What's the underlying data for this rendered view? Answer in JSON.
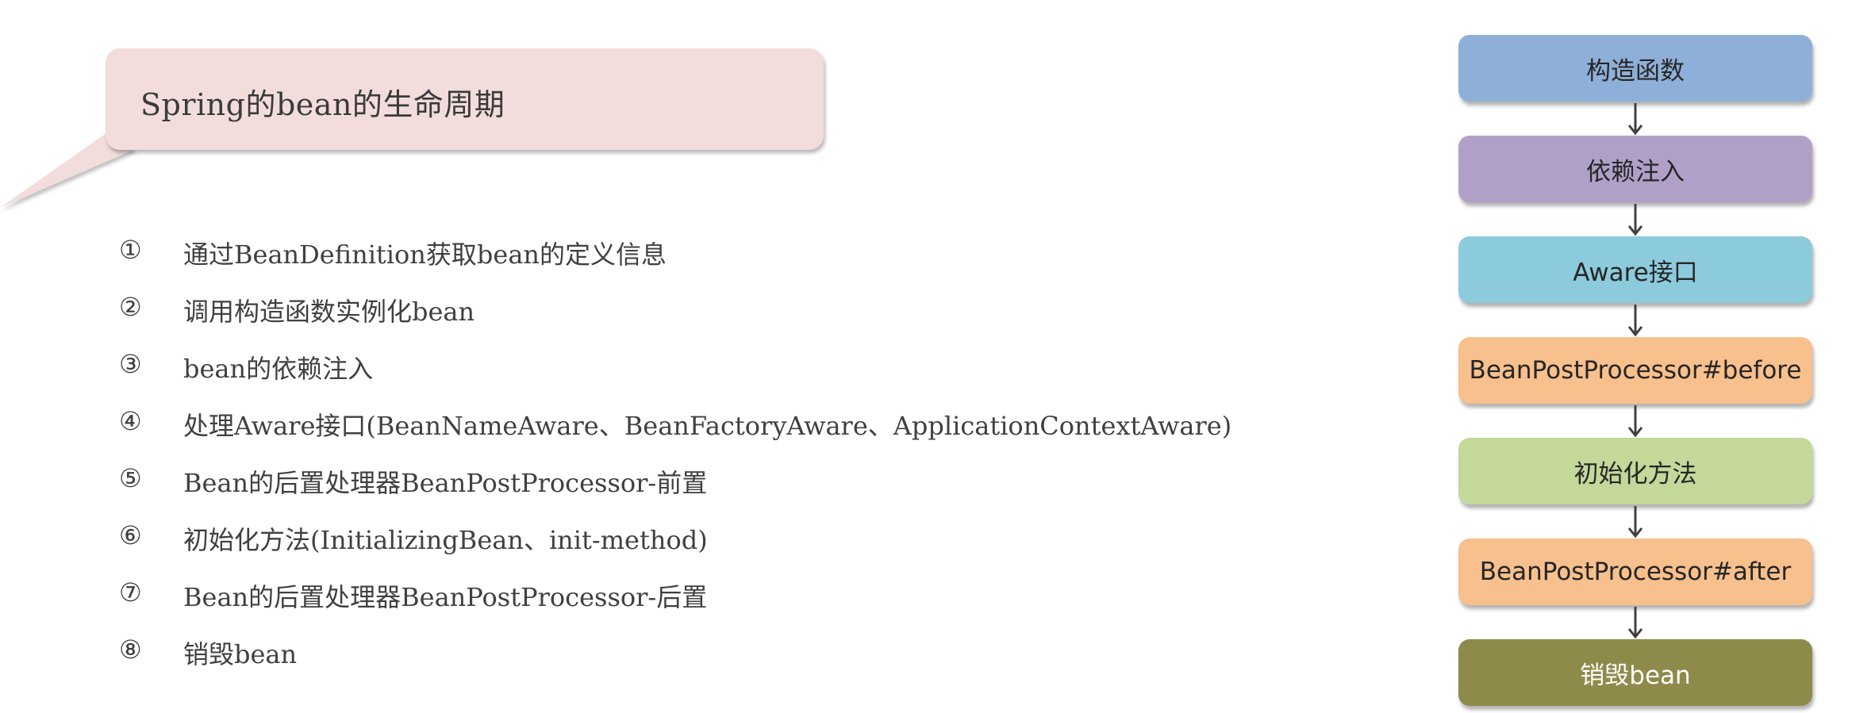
{
  "title": "Spring的bean的生命周期",
  "steps": [
    {
      "num": "①",
      "text": "通过BeanDefinition获取bean的定义信息"
    },
    {
      "num": "②",
      "text": "调用构造函数实例化bean"
    },
    {
      "num": "③",
      "text": "bean的依赖注入"
    },
    {
      "num": "④",
      "text": "处理Aware接口(BeanNameAware、BeanFactoryAware、ApplicationContextAware)"
    },
    {
      "num": "⑤",
      "text": "Bean的后置处理器BeanPostProcessor-前置"
    },
    {
      "num": "⑥",
      "text": "初始化方法(InitializingBean、init-method)"
    },
    {
      "num": "⑦",
      "text": "Bean的后置处理器BeanPostProcessor-后置"
    },
    {
      "num": "⑧",
      "text": "销毁bean"
    }
  ],
  "flow": [
    {
      "label": "构造函数",
      "color": "#8eb0d8"
    },
    {
      "label": "依赖注入",
      "color": "#b0a0c8"
    },
    {
      "label": "Aware接口",
      "color": "#8ccbdc"
    },
    {
      "label": "BeanPostProcessor#before",
      "color": "#f8c08c"
    },
    {
      "label": "初始化方法",
      "color": "#c4d89a"
    },
    {
      "label": "BeanPostProcessor#after",
      "color": "#f8c08c"
    },
    {
      "label": "销毁bean",
      "color": "#8e8a4a"
    }
  ],
  "colors": {
    "bubble": "#f2dcdc",
    "arrow": "#404040"
  }
}
